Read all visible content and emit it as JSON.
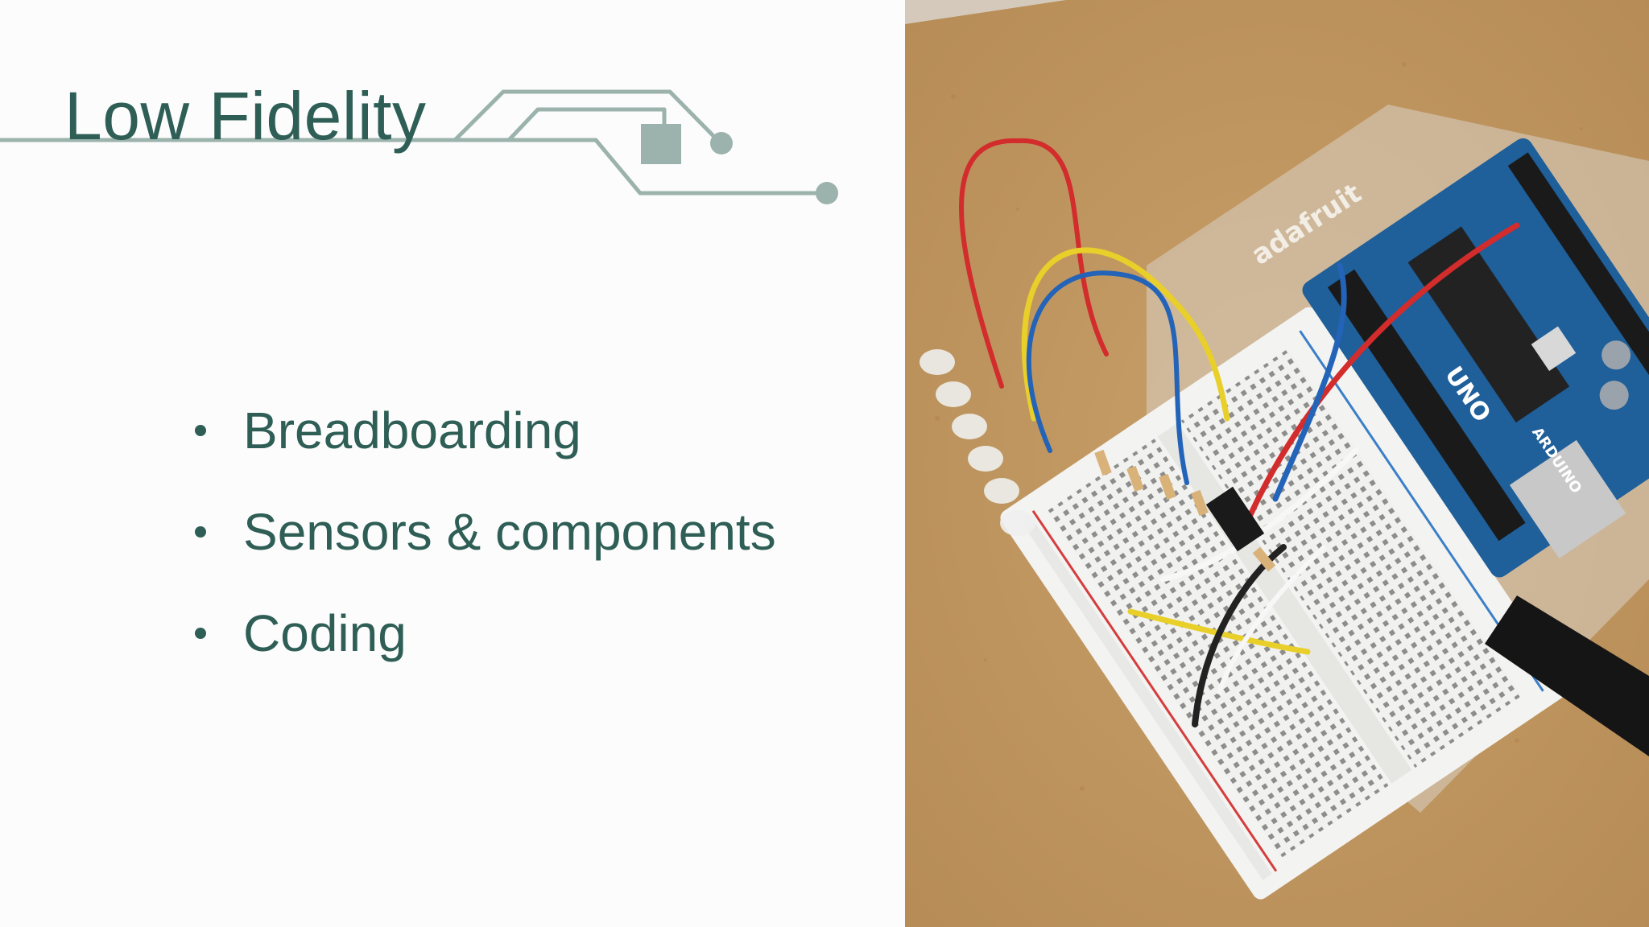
{
  "slide": {
    "title": "Low Fidelity",
    "bullets": [
      "Breadboarding",
      "Sensors & components",
      "Coding"
    ]
  },
  "photo": {
    "subject": "arduino-breadboard-photo",
    "board_brand": "adafruit",
    "board_label": "UNO",
    "board_maker": "ARDUINO"
  },
  "colors": {
    "accent": "#2e5e55",
    "circuit": "#9bb3ac",
    "background": "#fbfbfb",
    "table": "#c49a62",
    "arduino_blue": "#1f5f9a"
  }
}
